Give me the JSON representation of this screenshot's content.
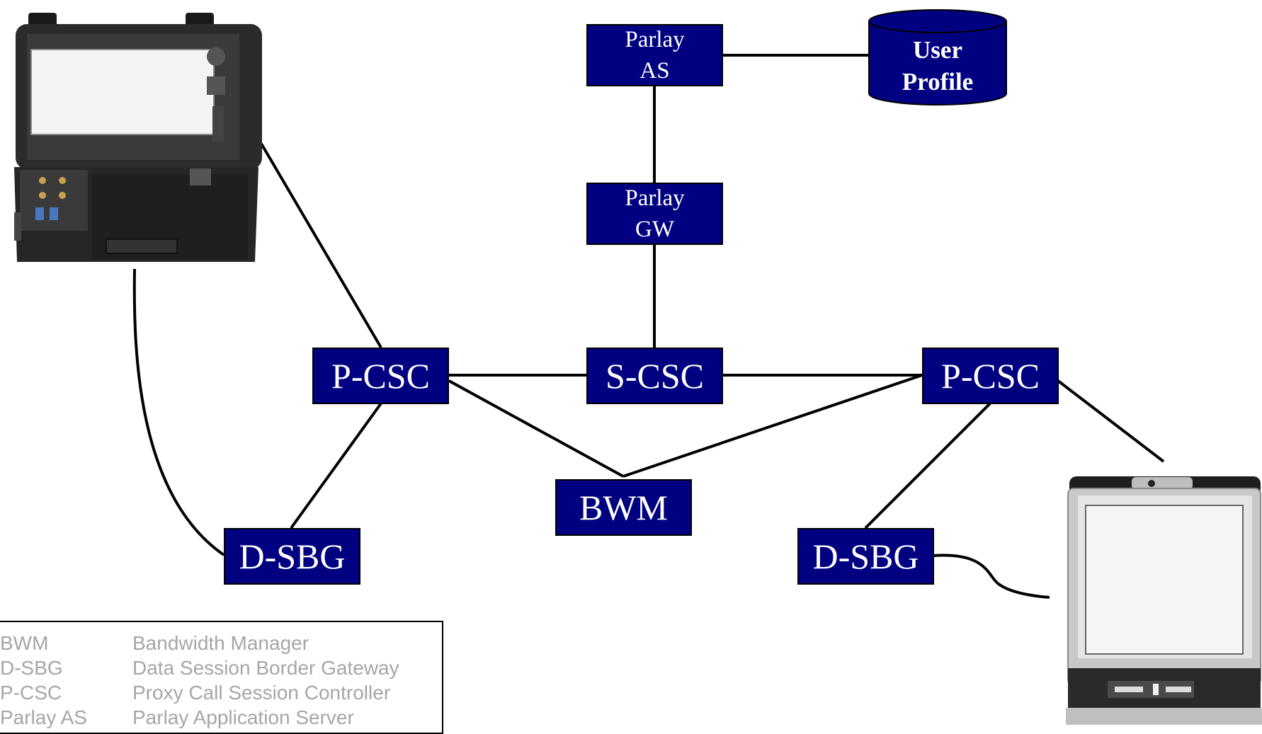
{
  "colors": {
    "node_fill": "#000080",
    "node_text": "#ffffff",
    "line": "#000000",
    "legend_text": "#a6a6a6"
  },
  "icons": {
    "laptop": "rugged-laptop-case-icon",
    "monitor": "video-terminal-icon",
    "database": "database-cylinder-icon"
  },
  "nodes": {
    "parlay_as": [
      "Parlay",
      "AS"
    ],
    "parlay_gw": [
      "Parlay",
      "GW"
    ],
    "pcsc_left": "P-CSC",
    "scsc": "S-CSC",
    "pcsc_right": "P-CSC",
    "bwm": "BWM",
    "dsbg_left": "D-SBG",
    "dsbg_right": "D-SBG",
    "user_profile": [
      "User",
      "Profile"
    ]
  },
  "legend": [
    {
      "abbr": "BWM",
      "definition": "Bandwidth Manager"
    },
    {
      "abbr": "D-SBG",
      "definition": "Data Session Border Gateway"
    },
    {
      "abbr": "P-CSC",
      "definition": "Proxy Call Session Controller"
    },
    {
      "abbr": "Parlay AS",
      "definition": "Parlay Application Server"
    }
  ]
}
